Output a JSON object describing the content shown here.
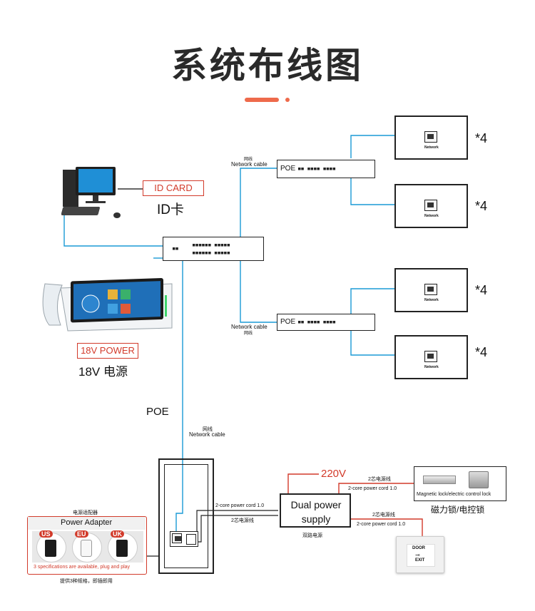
{
  "title": "系统布线图",
  "accent_color": "#ee6a4b",
  "wire_color": "#1a9ad6",
  "power_wire_color": "#d23a2a",
  "id_card": {
    "label": "ID CARD",
    "caption": "ID卡"
  },
  "power": {
    "label": "18V POWER",
    "caption": "18V 电源"
  },
  "poe_label": "POE",
  "cable_top": {
    "cn": "网线",
    "en": "Network cable"
  },
  "cable_mid": {
    "en": "Network cable",
    "cn": "网线"
  },
  "cable_lower": {
    "cn": "网线",
    "en": "Network cable"
  },
  "switch_label": "POE",
  "panel_port_label": "Network",
  "multiplier": "*4",
  "panel_mult": [
    "*4",
    "*4",
    "*4",
    "*4"
  ],
  "adapter": {
    "title_cn": "电源适配器",
    "title": "Power Adapter",
    "plugs": [
      "US",
      "EU",
      "UK"
    ],
    "note": "3 specifications are available, plug and play",
    "note_cn": "提供3种规格，即插即用"
  },
  "dual_power": {
    "title": "Dual power supply",
    "caption": "双路电源",
    "input": "220V"
  },
  "cords": {
    "left_en": "2-core power cord 1.0",
    "left_cn": "2芯电源线",
    "top_cn": "2芯电源线",
    "top_en": "2-core power cord 1.0",
    "bottom_cn": "2芯电源线",
    "bottom_en": "2-core power cord 1.0"
  },
  "lock": {
    "label": "Magnetic lock/electric control lock",
    "caption": "磁力锁/电控锁"
  },
  "exit_button": {
    "line1": "DOOR",
    "line2": "EXIT"
  }
}
